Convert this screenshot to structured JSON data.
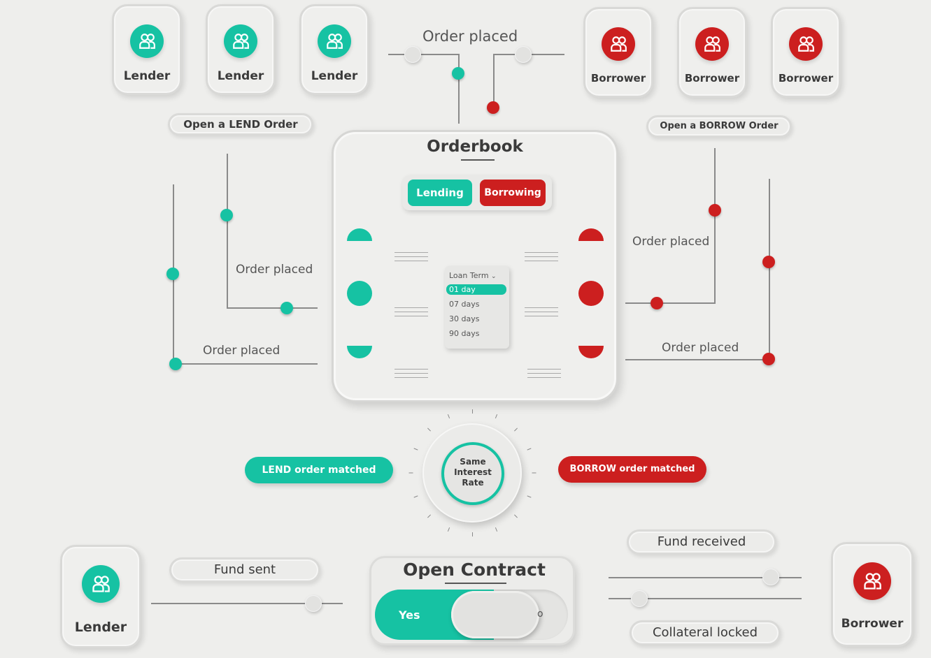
{
  "colors": {
    "lend": "#16c2a3",
    "borrow": "#cc1f1f",
    "background": "#eeeeec"
  },
  "lenders_top": [
    "Lender",
    "Lender",
    "Lender"
  ],
  "borrowers_top": [
    "Borrower",
    "Borrower",
    "Borrower"
  ],
  "user_icon": "users-icon",
  "top_flow": {
    "label": "Order placed"
  },
  "left_flow": {
    "open_order_label": "Open a LEND Order",
    "inner_label": "Order placed",
    "outer_label": "Order placed"
  },
  "right_flow": {
    "open_order_label": "Open a BORROW Order",
    "inner_label": "Order placed",
    "outer_label": "Order placed"
  },
  "orderbook": {
    "title": "Orderbook",
    "tab_lending": "Lending",
    "tab_borrowing": "Borrowing",
    "loan_term": {
      "header": "Loan Term",
      "options": [
        "01 day",
        "07 days",
        "30 days",
        "90 days"
      ],
      "selected": "01 day"
    }
  },
  "matching": {
    "dial_line1": "Same",
    "dial_line2": "Interest",
    "dial_line3": "Rate",
    "lend_matched": "LEND order matched",
    "borrow_matched": "BORROW order matched"
  },
  "bottom": {
    "lender_label": "Lender",
    "borrower_label": "Borrower",
    "fund_sent": "Fund sent",
    "fund_received": "Fund received",
    "collateral_locked": "Collateral locked",
    "contract_title": "Open Contract",
    "toggle_yes": "Yes",
    "toggle_off_symbol": "o"
  }
}
